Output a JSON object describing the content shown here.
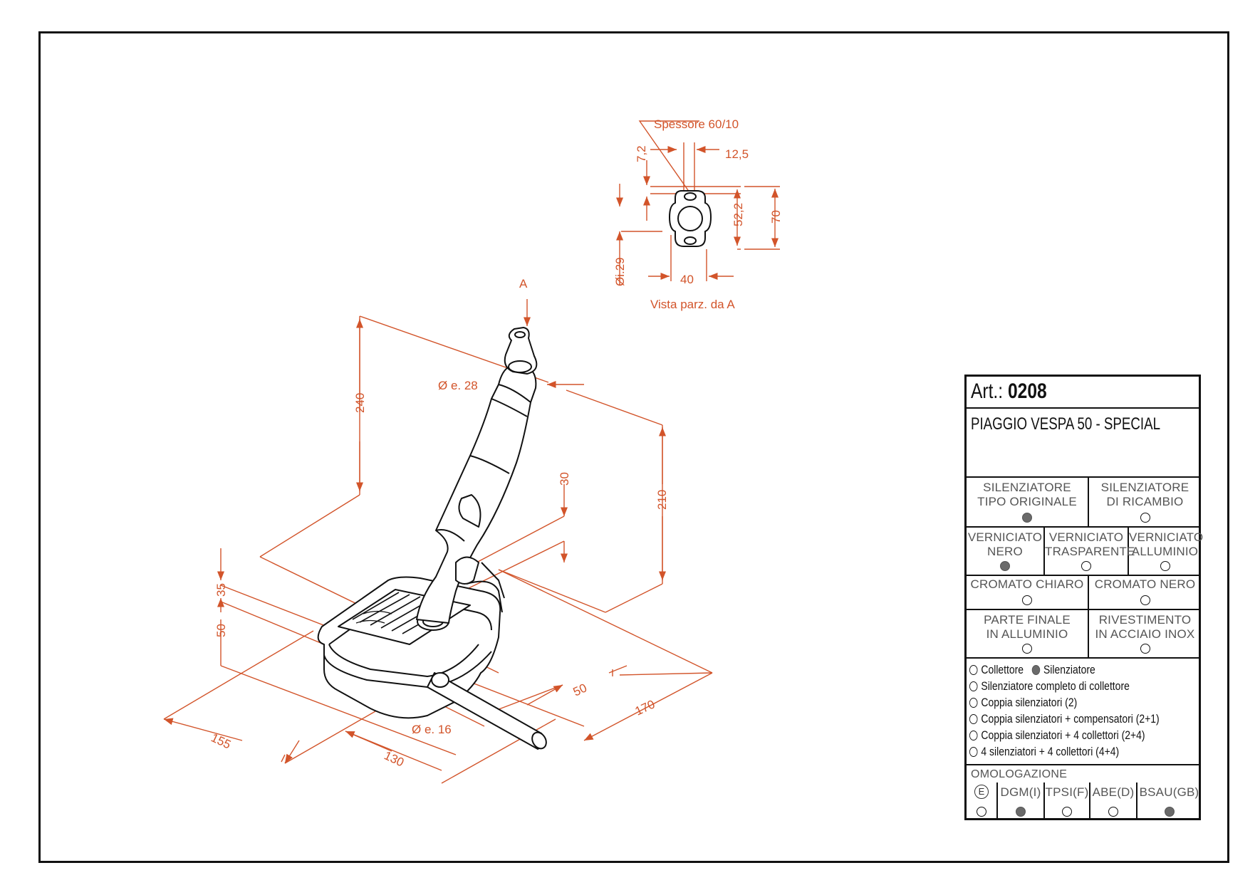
{
  "article": {
    "prefix": "Art.:",
    "number": "0208"
  },
  "model": "PIAGGIO VESPA 50 - SPECIAL",
  "silenziatore": [
    {
      "label": "SILENZIATORE\nTIPO ORIGINALE",
      "selected": true
    },
    {
      "label": "SILENZIATORE\nDI RICAMBIO",
      "selected": false
    }
  ],
  "verniciato": [
    {
      "label": "VERNICIATO\nNERO",
      "selected": true
    },
    {
      "label": "VERNICIATO\nTRASPARENTE",
      "selected": false
    },
    {
      "label": "VERNICIATO\nALLUMINIO",
      "selected": false
    }
  ],
  "cromato": [
    {
      "label": "CROMATO CHIARO",
      "selected": false
    },
    {
      "label": "CROMATO NERO",
      "selected": false
    }
  ],
  "finitura": [
    {
      "label": "PARTE FINALE\nIN ALLUMINIO",
      "selected": false
    },
    {
      "label": "RIVESTIMENTO\nIN ACCIAIO INOX",
      "selected": false
    }
  ],
  "options": {
    "collettore": {
      "label": "Collettore",
      "selected": false
    },
    "silenziatore": {
      "label": "Silenziatore",
      "selected": true
    },
    "completo": {
      "label": "Silenziatore completo di collettore",
      "selected": false
    },
    "coppia": {
      "label": "Coppia silenziatori (2)",
      "selected": false
    },
    "coppia_comp": {
      "label": "Coppia silenziatori + compensatori (2+1)",
      "selected": false
    },
    "coppia_coll": {
      "label": "Coppia silenziatori + 4 collettori (2+4)",
      "selected": false
    },
    "quattro": {
      "label": "4 silenziatori + 4 collettori (4+4)",
      "selected": false
    }
  },
  "omologazione": {
    "title": "OMOLOGAZIONE",
    "items": [
      {
        "label": "E",
        "selected": false
      },
      {
        "label": "DGM(I)",
        "selected": true
      },
      {
        "label": "TPSI(F)",
        "selected": false
      },
      {
        "label": "ABE(D)",
        "selected": false
      },
      {
        "label": "BSAU(GB)",
        "selected": true
      }
    ]
  },
  "flange_view": {
    "thickness": "Spessore 60/10",
    "d72": "7,2",
    "d125": "12,5",
    "d522": "52,2",
    "d70": "70",
    "d40": "40",
    "d29": "Øi.29",
    "caption": "Vista parz. da A"
  },
  "dimensions": {
    "arrow_a": "A",
    "d240": "240",
    "d210": "210",
    "d30": "30",
    "d35": "35",
    "d50_left": "50",
    "d50_right": "50",
    "d155": "155",
    "d130": "130",
    "d170": "170",
    "inlet": "Ø e. 28",
    "outlet": "Ø e. 16"
  },
  "colors": {
    "dimension": "#d2542a",
    "line": "#111111"
  }
}
